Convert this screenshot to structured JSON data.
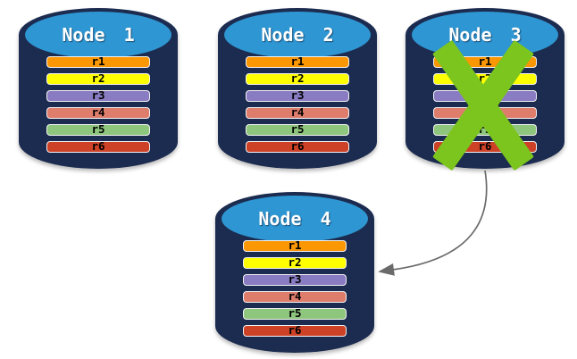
{
  "diagram": {
    "background": "#ffffff",
    "colors": {
      "cylinder_body": "#1c2c50",
      "cylinder_top": "#2e96d2",
      "bar_border": "#f2f2f2",
      "bar_text": "#000000",
      "title_text": "#ffffff",
      "failure_x": "#7cc41e",
      "arrow": "#6a6a6a"
    },
    "rows": [
      {
        "label": "r1",
        "color": "#fb9703"
      },
      {
        "label": "r2",
        "color": "#ffff00"
      },
      {
        "label": "r3",
        "color": "#8a7cc3"
      },
      {
        "label": "r4",
        "color": "#de7d6c"
      },
      {
        "label": "r5",
        "color": "#8fc67e"
      },
      {
        "label": "r6",
        "color": "#cd4227"
      }
    ],
    "nodes": [
      {
        "id": "node-1",
        "label": "Node 1",
        "failed": false
      },
      {
        "id": "node-2",
        "label": "Node 2",
        "failed": false
      },
      {
        "id": "node-3",
        "label": "Node 3",
        "failed": true
      },
      {
        "id": "node-4",
        "label": "Node 4",
        "failed": false
      }
    ],
    "arrow": {
      "from": "Node 3",
      "to": "Node 4"
    }
  }
}
